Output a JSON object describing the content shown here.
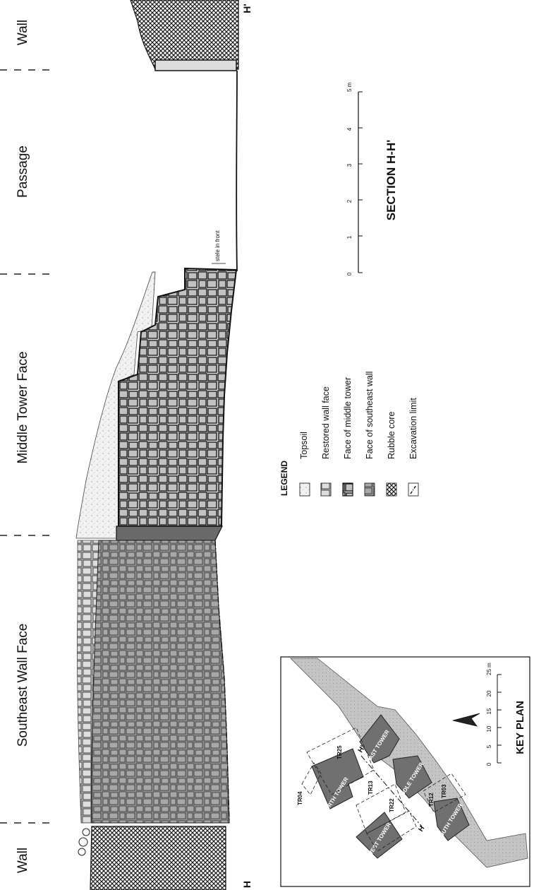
{
  "zones": {
    "wall_top": "Wall",
    "passage": "Passage",
    "middle_tower_face": "Middle Tower Face",
    "southeast_wall_face": "Southeast Wall Face",
    "wall_bottom": "Wall"
  },
  "section": {
    "title": "SECTION H-H'",
    "end_label_top": "H'",
    "end_label_bottom": "H",
    "annotation": "stele in front"
  },
  "scale": {
    "ticks": [
      "0",
      "1",
      "2",
      "3",
      "4",
      "5 m"
    ]
  },
  "legend": {
    "title": "LEGEND",
    "items": [
      {
        "label": "Topsoil",
        "swatch": "topsoil"
      },
      {
        "label": "Restored wall face",
        "swatch": "restored"
      },
      {
        "label": "Face of middle tower",
        "swatch": "middle"
      },
      {
        "label": "Face of southeast wall",
        "swatch": "southeast"
      },
      {
        "label": "Rubble core",
        "swatch": "rubble"
      },
      {
        "label": "Excavation limit",
        "swatch": "excavation"
      }
    ]
  },
  "key_plan": {
    "title": "KEY PLAN",
    "towers": [
      "NORTH TOWER",
      "EAST TOWER",
      "MIDDLE TOWER",
      "WEST TOWER",
      "SOUTH TOWER"
    ],
    "trenches": [
      "TR04",
      "TR25",
      "TR13",
      "TR22",
      "TR12",
      "TR03"
    ],
    "section_marks": [
      "H",
      "H'"
    ],
    "scale_ticks": [
      "0",
      "5",
      "10",
      "15",
      "20",
      "25 m"
    ]
  },
  "colors": {
    "stone_dark": "#9a9a9a",
    "stone_light": "#cfcfcf",
    "tower_fill": "#6f6f6f",
    "wall_band": "#b9b9b9"
  }
}
